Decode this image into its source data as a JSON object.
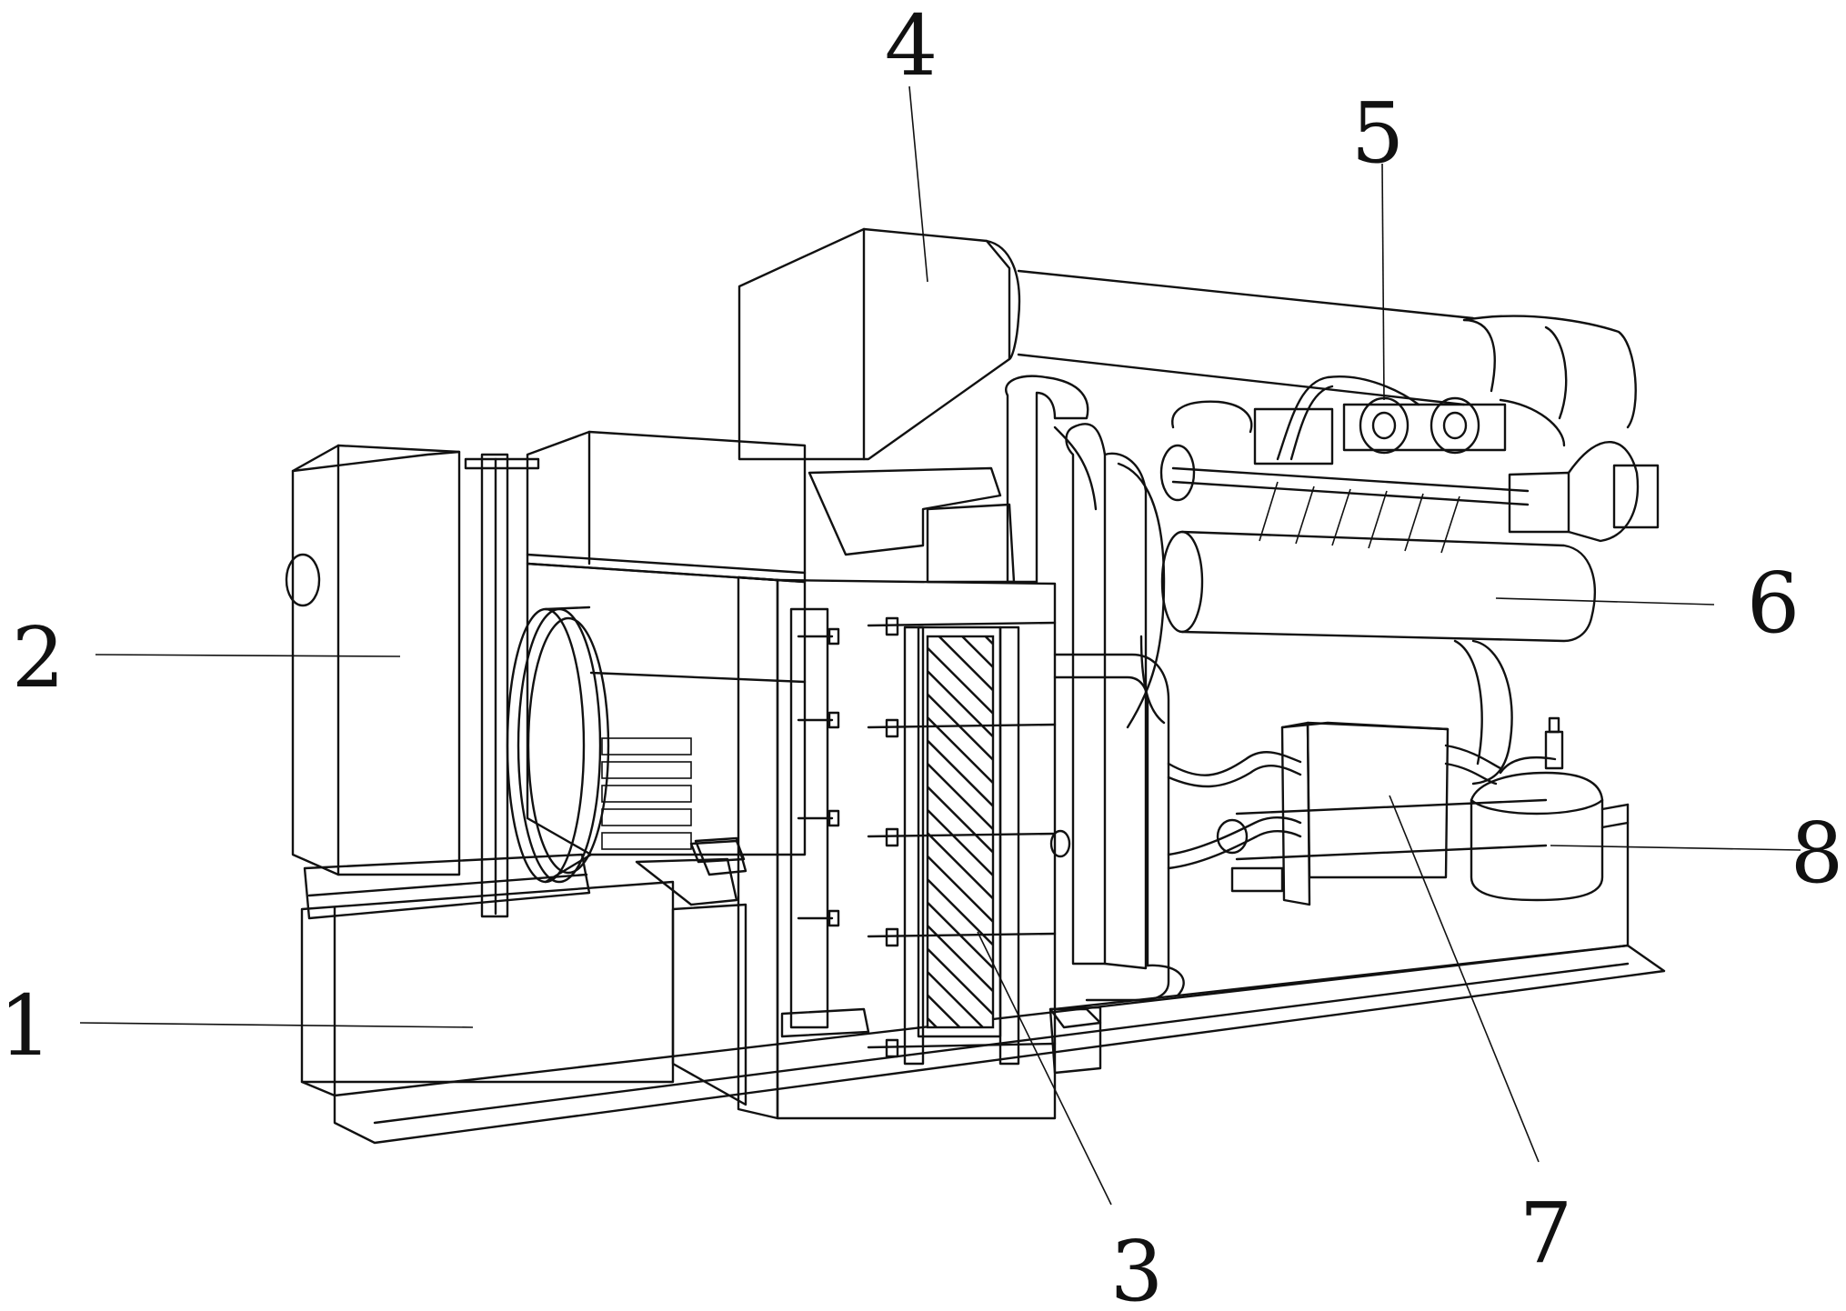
{
  "diagram": {
    "style": "patent line drawing",
    "line_color": "#111111",
    "background": "#ffffff",
    "callouts": [
      {
        "label": "1"
      },
      {
        "label": "2"
      },
      {
        "label": "3"
      },
      {
        "label": "4"
      },
      {
        "label": "5"
      },
      {
        "label": "6"
      },
      {
        "label": "7"
      },
      {
        "label": "8"
      }
    ]
  }
}
